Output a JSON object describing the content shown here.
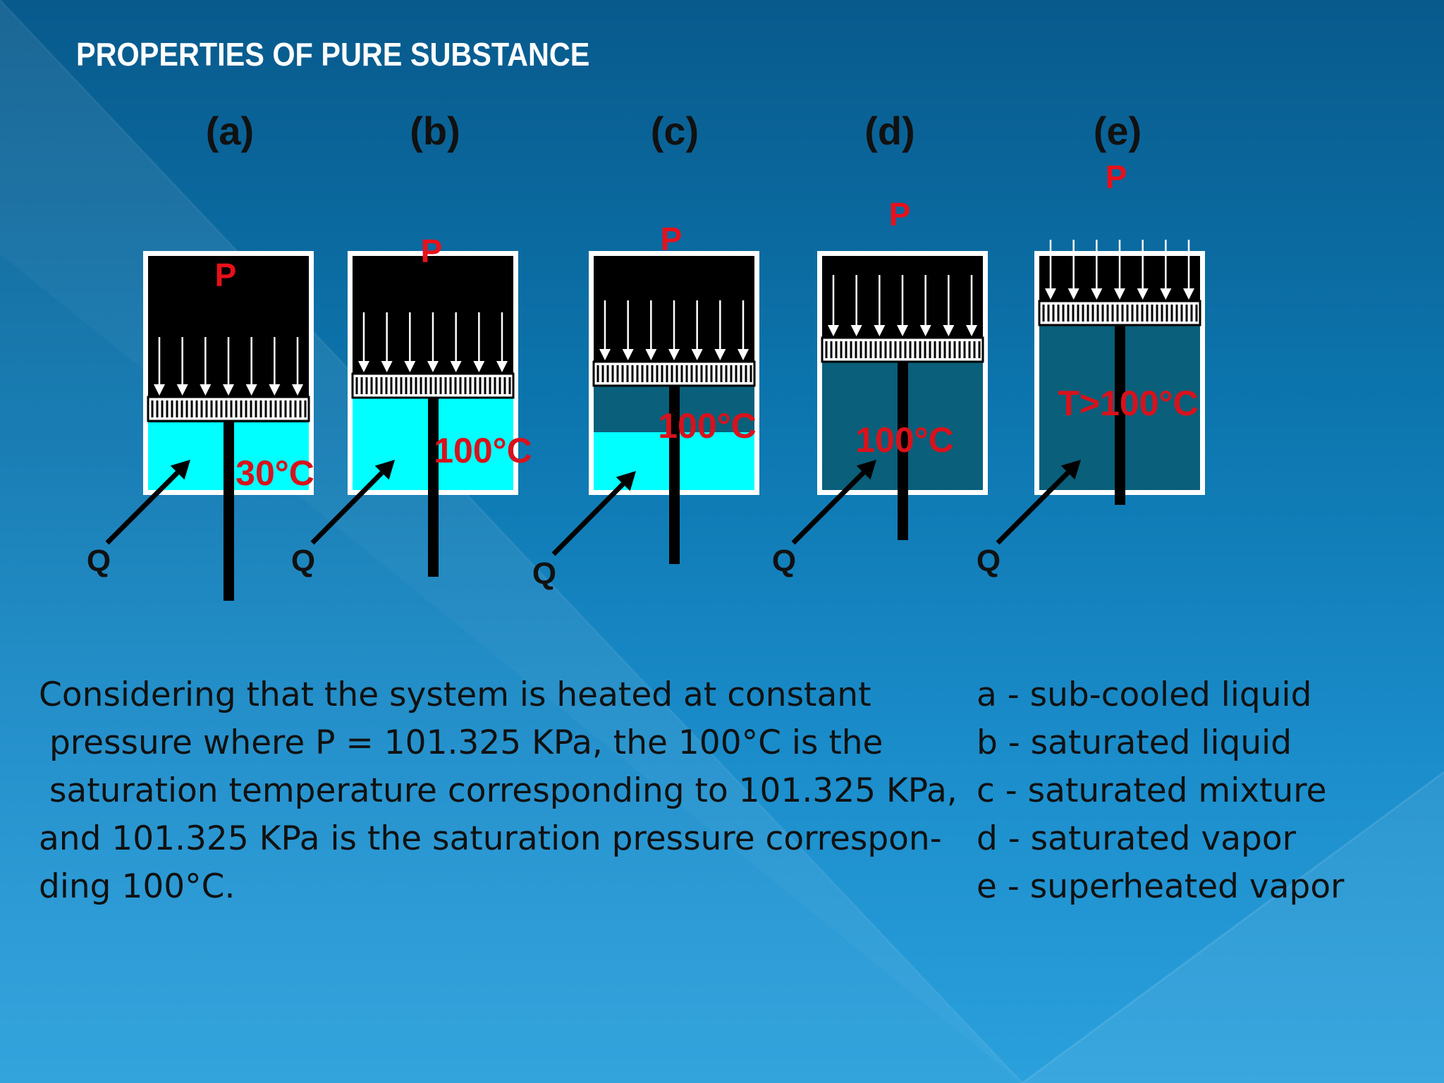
{
  "title": "PROPERTIES OF PURE SUBSTANCE",
  "panels": [
    {
      "label": "(a)",
      "pressure": "P",
      "temperature": "30°C",
      "heat": "Q"
    },
    {
      "label": "(b)",
      "pressure": "P",
      "temperature": "100°C",
      "heat": "Q"
    },
    {
      "label": "(c)",
      "pressure": "P",
      "temperature": "100°C",
      "heat": "Q"
    },
    {
      "label": "(d)",
      "pressure": "P",
      "temperature": "100°C",
      "heat": "Q"
    },
    {
      "label": "(e)",
      "pressure": "P",
      "temperature": "T>100°C",
      "heat": "Q"
    }
  ],
  "description": {
    "lines": [
      "Considering that the system is heated at constant",
      " pressure where P = 101.325 KPa, the 100°C is the",
      " saturation temperature corresponding to 101.325 KPa,",
      "and 101.325 KPa is the saturation pressure correspon-",
      "ding 100°C."
    ]
  },
  "legend": [
    "a - sub-cooled liquid",
    "b - saturated liquid",
    "c - saturated mixture",
    "d - saturated vapor",
    "e - superheated vapor"
  ],
  "colors": {
    "liquid": "#00ffff",
    "vapor": "#0a5f7a",
    "chamber": "#000000",
    "pressure_label": "#e8101a",
    "temperature_label": "#d8121c"
  }
}
